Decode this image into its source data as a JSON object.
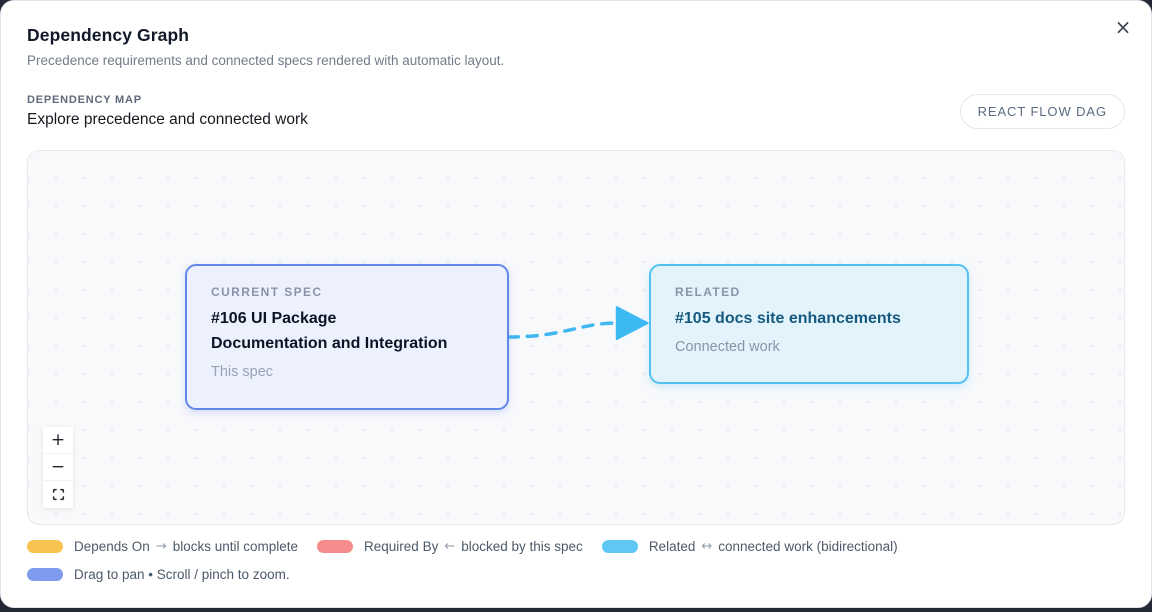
{
  "modal": {
    "title": "Dependency Graph",
    "subtitle": "Precedence requirements and connected specs rendered with automatic layout.",
    "close_label": "×"
  },
  "section": {
    "eyebrow": "DEPENDENCY MAP",
    "heading": "Explore precedence and connected work",
    "badge": "REACT FLOW DAG"
  },
  "graph": {
    "nodes": [
      {
        "kind": "CURRENT SPEC",
        "title": "#106 UI Package\nDocumentation and Integration",
        "subtitle": "This spec",
        "border_color": "#6289ea",
        "bg_color": "#edf1fd"
      },
      {
        "kind": "RELATED",
        "title": "#105 docs site enhancements",
        "subtitle": "Connected work",
        "border_color": "#54c2f1",
        "bg_color": "#e2f3fc"
      }
    ],
    "edge": {
      "type": "related",
      "style": "dashed",
      "color": "#41b7f1"
    },
    "controls": {
      "zoom_in": "+",
      "zoom_out": "−"
    }
  },
  "legend": {
    "items": [
      {
        "label": "Depends On",
        "arrow": "→",
        "description": "blocks until complete",
        "color": "#f8c350"
      },
      {
        "label": "Required By",
        "arrow": "←",
        "description": "blocked by this spec",
        "color": "#f58b8b"
      },
      {
        "label": "Related",
        "arrow": "↔",
        "description": "connected work (bidirectional)",
        "color": "#5ec7f4"
      }
    ],
    "hint": {
      "label": "Drag to pan • Scroll / pinch to zoom.",
      "color": "#7e9bee"
    }
  }
}
